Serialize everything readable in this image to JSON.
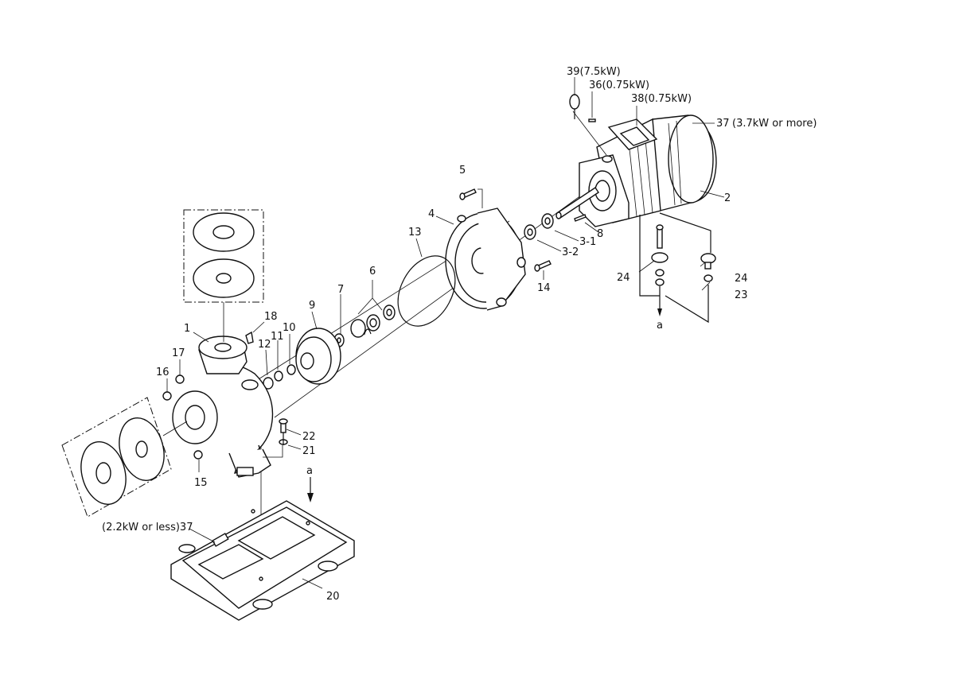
{
  "labels": {
    "l1": "1",
    "l2": "2",
    "l3_1": "3-1",
    "l3_2": "3-2",
    "l4": "4",
    "l5": "5",
    "l6": "6",
    "l7": "7",
    "l8": "8",
    "l9": "9",
    "l10": "10",
    "l11": "11",
    "l12": "12",
    "l13": "13",
    "l14": "14",
    "l15": "15",
    "l16": "16",
    "l17": "17",
    "l18": "18",
    "l20": "20",
    "l21": "21",
    "l22": "22",
    "l23": "23",
    "l24a": "24",
    "l24b": "24",
    "l36": "36(0.75kW)",
    "l37_top": "37",
    "l37_top_note": "(3.7kW or more)",
    "l37_bottom": "(2.2kW or less)37",
    "l38": "38(0.75kW)",
    "l39": "39(7.5kW)",
    "a_top": "a",
    "a_bottom": "a"
  }
}
